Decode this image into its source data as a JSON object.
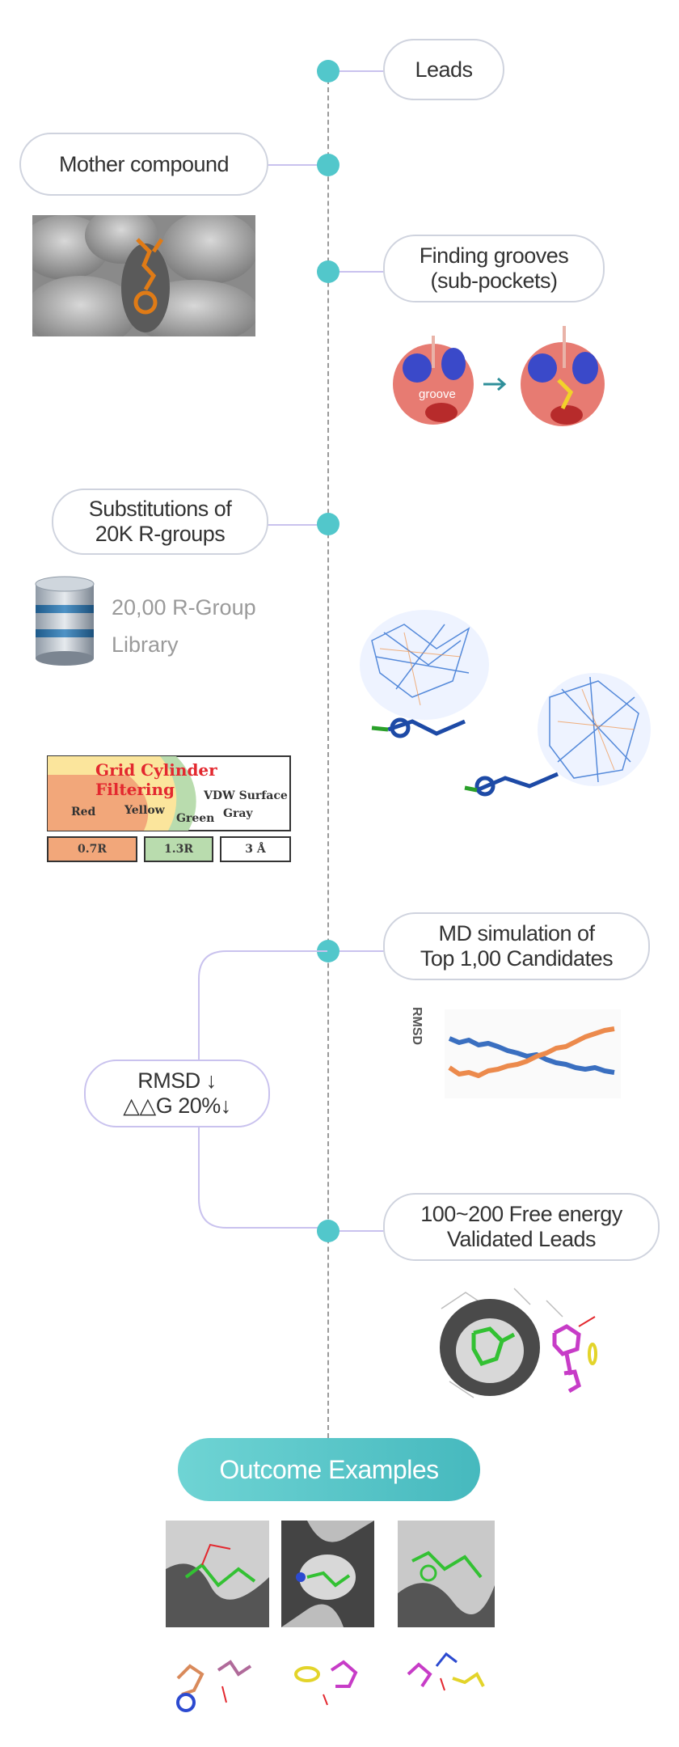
{
  "steps": {
    "leads": "Leads",
    "mother": "Mother compound",
    "grooves": "Finding grooves\n(sub-pockets)",
    "substitutions": "Substitutions of\n20K R-groups",
    "md": "MD simulation of\nTop 1,00 Candidates",
    "rmsd": "RMSD ↓\n△△G 20%↓",
    "free_energy": "100~200 Free energy\nValidated Leads",
    "outcome": "Outcome Examples"
  },
  "library": {
    "text": "20,00 R-Group\nLibrary",
    "icon": "database-icon"
  },
  "grid_filter": {
    "title": "Grid Cylinder Filtering",
    "labels": [
      "Red",
      "Yellow",
      "Green",
      "VDW Surface",
      "Gray"
    ],
    "cells": [
      "0.7R",
      "1.3R",
      "3 Å"
    ],
    "colors": {
      "red": "#f2a77a",
      "yellow": "#fbe59c",
      "green": "#b9dcae"
    }
  },
  "grooves_image": {
    "label": "groove"
  },
  "rmsd_plot": {
    "ylabel": "RMSD"
  },
  "colors": {
    "dot": "#52c7cb",
    "connector": "#c9c2ee",
    "spine": "#9a9a9a",
    "pill_border": "#cfd3de"
  }
}
